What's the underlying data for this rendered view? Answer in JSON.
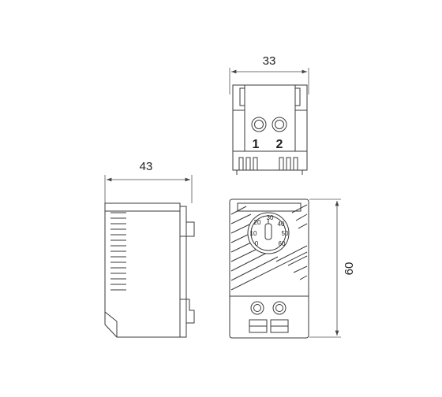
{
  "dimensions": {
    "top_width": "33",
    "side_width": "43",
    "height": "60"
  },
  "terminals": [
    "1",
    "2"
  ],
  "dial_scale": [
    "0",
    "10",
    "20",
    "30",
    "40",
    "50",
    "60"
  ]
}
